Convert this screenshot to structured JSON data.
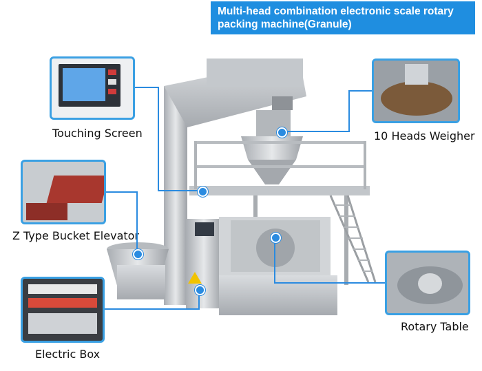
{
  "banner": {
    "title": "Multi-head combination electronic scale rotary packing machine(Granule)"
  },
  "callouts": {
    "touch": "Touching Screen",
    "weigher": "10 Heads Weigher",
    "elevator": "Z Type Bucket Elevator",
    "rotary": "Rotary Table",
    "electric": "Electric Box"
  },
  "colors": {
    "accent": "#1f8ee0",
    "steel": "#c9ccd0"
  }
}
